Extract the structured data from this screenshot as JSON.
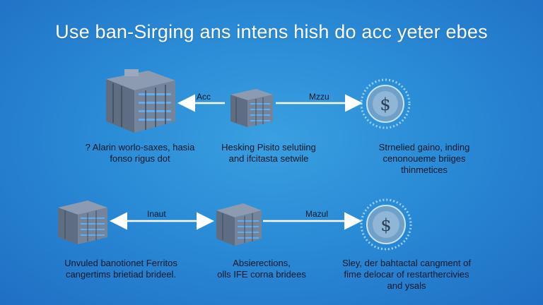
{
  "title": "Use ban-Sirging ans intens hish do acc yeter ebes",
  "colors": {
    "arrow": "#ffffff",
    "server_metal": "#6f7f93",
    "server_glow": "#5fb4ff",
    "coin_ring": "#9fd0f0"
  },
  "rows": [
    {
      "nodes": [
        {
          "icon": "server-rack-icon",
          "caption": [
            "? Alarin worlo-saxes, hasia",
            "fonso rigus dot"
          ]
        },
        {
          "icon": "server-rack-icon",
          "caption": [
            "Hesking Pisito selutiing",
            "and ifcitasta setwile"
          ]
        },
        {
          "icon": "dollar-coin-icon",
          "caption": [
            "Strnelied gaino, inding",
            "cenonoueme briiges",
            "thinmetices"
          ]
        }
      ],
      "edges": [
        {
          "label": "Acc",
          "direction": "left"
        },
        {
          "label": "Mzzu",
          "direction": "right"
        }
      ]
    },
    {
      "nodes": [
        {
          "icon": "server-rack-icon",
          "caption": [
            "Unvuled banotionet Ferritos",
            "cangertims brietiad brideel."
          ]
        },
        {
          "icon": "server-rack-icon",
          "caption": [
            "Absierections,",
            "olls IFE corna bridees"
          ]
        },
        {
          "icon": "dollar-coin-icon",
          "caption": [
            "Sley, der bahtactal cangment of",
            "fime delocar of restarthercivies",
            "and ysals"
          ]
        }
      ],
      "edges": [
        {
          "label": "Inaut",
          "direction": "both"
        },
        {
          "label": "Mazul",
          "direction": "right"
        }
      ]
    }
  ]
}
